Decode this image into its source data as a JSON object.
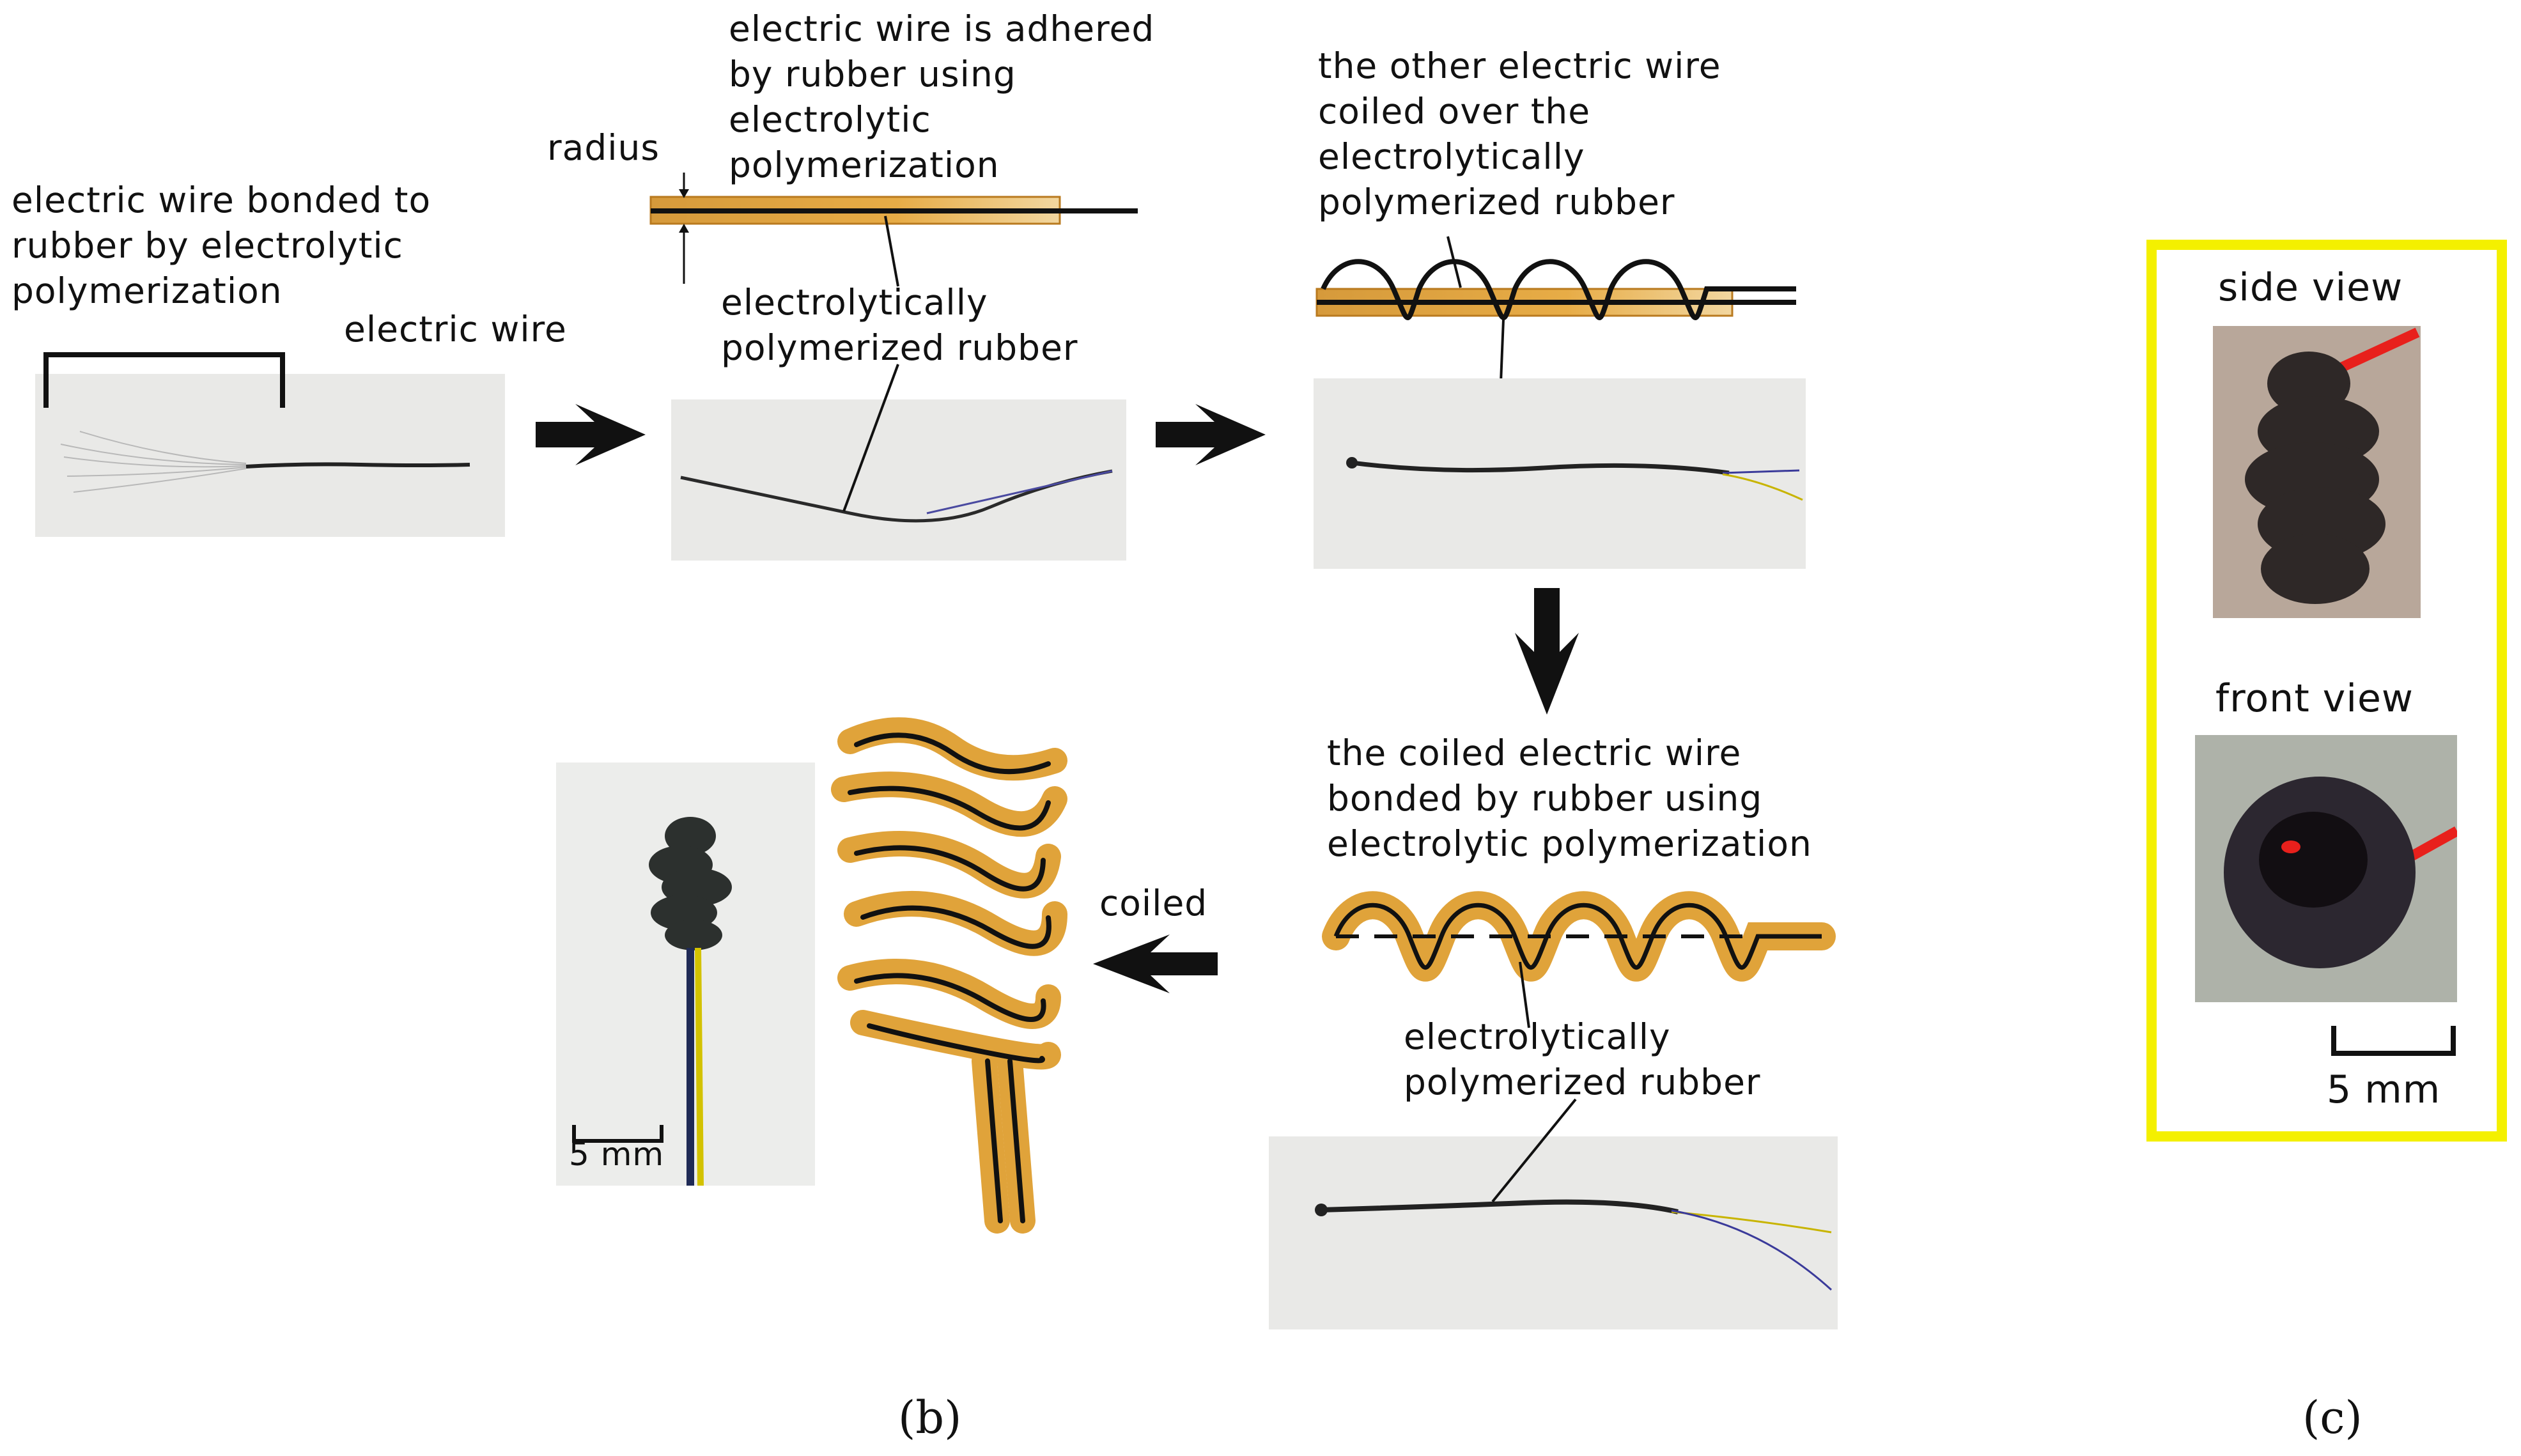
{
  "colors": {
    "rubber": "#e0a33a",
    "rubber_edge": "#b97a1f",
    "wire": "#111111",
    "inset_border": "#f4f000",
    "photo_bg": "#e9e9e7"
  },
  "steps": {
    "step1": {
      "label": [
        "electric wire bonded to",
        "rubber by electrolytic",
        "polymerization"
      ],
      "wire_label": "electric wire"
    },
    "step2": {
      "top_label": [
        "electric wire is adhered",
        "by rubber using",
        "electrolytic",
        "polymerization"
      ],
      "radius_label": "radius",
      "bottom_label": [
        "electrolytically",
        "polymerized rubber"
      ]
    },
    "step3": {
      "label": [
        "the other electric wire",
        "coiled over the",
        "electrolytically",
        "polymerized rubber"
      ]
    },
    "step4": {
      "top_label": [
        "the coiled electric wire",
        "bonded by rubber using",
        "electrolytic polymerization"
      ],
      "bottom_label": [
        "electrolytically",
        "polymerized rubber"
      ]
    },
    "step5": {
      "arrow_label": "coiled",
      "scale_label": "5 mm"
    }
  },
  "inset": {
    "side_label": "side view",
    "front_label": "front view",
    "scale_label": "5 mm"
  },
  "captions": {
    "b": "(b)",
    "c": "(c)"
  }
}
